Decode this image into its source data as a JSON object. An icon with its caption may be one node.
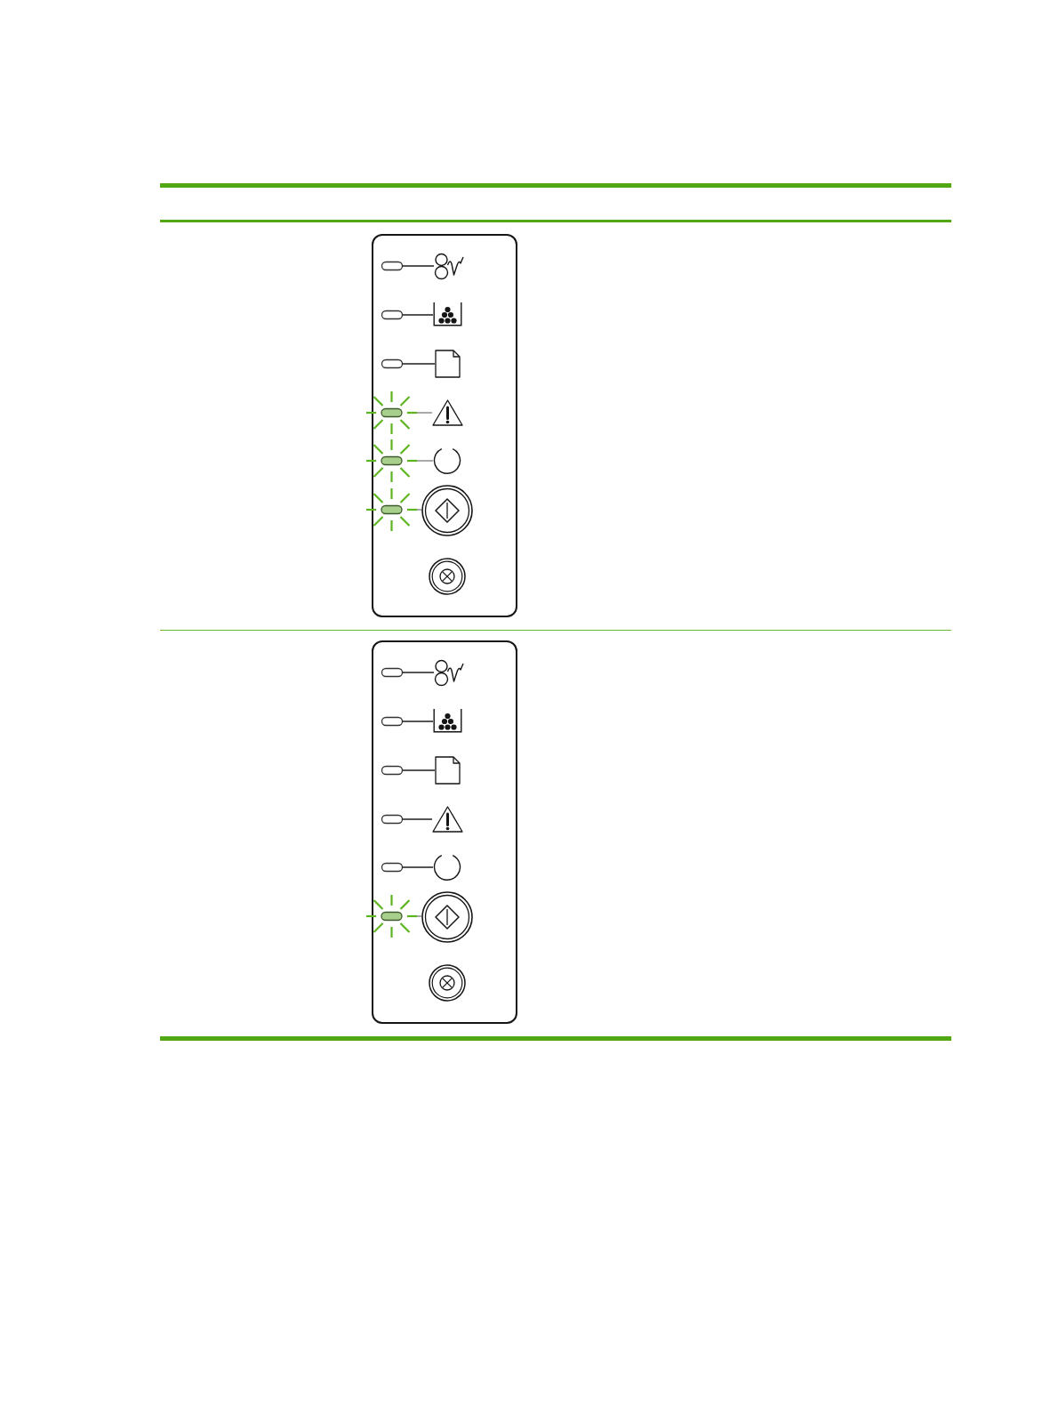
{
  "diagram": {
    "nodes": [
      {
        "text": [],
        "shape": "box"
      },
      {
        "text": [],
        "shape": "oval",
        "in": 0
      },
      {
        "text": [],
        "shape": "picture",
        "in": 0
      },
      {
        "text": [],
        "shape": "oval",
        "in": 0
      },
      {
        "text": [],
        "shape": "picture",
        "in": 0
      },
      {
        "text": [],
        "shape": "oval",
        "in": 0
      },
      {
        "text": [],
        "shape": "picture",
        "in": 0
      },
      {
        "text": [],
        "shape": "starburst",
        "in": 0
      },
      {
        "text": [],
        "shape": "picture",
        "in": 0
      },
      {
        "text": [],
        "shape": "starburst",
        "in": 0
      },
      {
        "text": [],
        "shape": "picture",
        "in": 0
      },
      {
        "text": [],
        "shape": "starburst",
        "in": 0
      },
      {
        "text": [],
        "shape": "picture",
        "in": 0
      },
      {
        "text": [],
        "shape": "picture",
        "in": 0
      },
      {
        "text": [],
        "shape": "box"
      },
      {
        "text": [],
        "shape": "oval",
        "in": 14
      },
      {
        "text": [],
        "shape": "picture",
        "in": 14
      },
      {
        "text": [],
        "shape": "oval",
        "in": 14
      },
      {
        "text": [],
        "shape": "picture",
        "in": 14
      },
      {
        "text": [],
        "shape": "oval",
        "in": 14
      },
      {
        "text": [],
        "shape": "picture",
        "in": 14
      },
      {
        "text": [],
        "shape": "oval",
        "in": 14
      },
      {
        "text": [],
        "shape": "picture",
        "in": 14
      },
      {
        "text": [],
        "shape": "oval",
        "in": 14
      },
      {
        "text": [],
        "shape": "picture",
        "in": 14
      },
      {
        "text": [],
        "shape": "starburst",
        "in": 14
      },
      {
        "text": [],
        "shape": "picture",
        "in": 14
      },
      {
        "text": [],
        "shape": "picture",
        "in": 14
      }
    ],
    "edges": [
      {
        "from": 1,
        "to": 2,
        "arrow": "none"
      },
      {
        "from": 3,
        "to": 4,
        "arrow": "none"
      },
      {
        "from": 5,
        "to": 6,
        "arrow": "none"
      },
      {
        "from": 7,
        "to": 8,
        "arrow": "none",
        "color": "#7a7a7a"
      },
      {
        "from": 9,
        "to": 10,
        "arrow": "none",
        "color": "#7a7a7a"
      },
      {
        "from": 11,
        "to": 12,
        "arrow": "none",
        "color": "#7a7a7a"
      },
      {
        "from": 15,
        "to": 16,
        "arrow": "none"
      },
      {
        "from": 17,
        "to": 18,
        "arrow": "none"
      },
      {
        "from": 19,
        "to": 20,
        "arrow": "none"
      },
      {
        "from": 21,
        "to": 22,
        "arrow": "none"
      },
      {
        "from": 23,
        "to": 24,
        "arrow": "none"
      },
      {
        "from": 25,
        "to": 26,
        "arrow": "none",
        "color": "#7a7a7a"
      }
    ]
  }
}
